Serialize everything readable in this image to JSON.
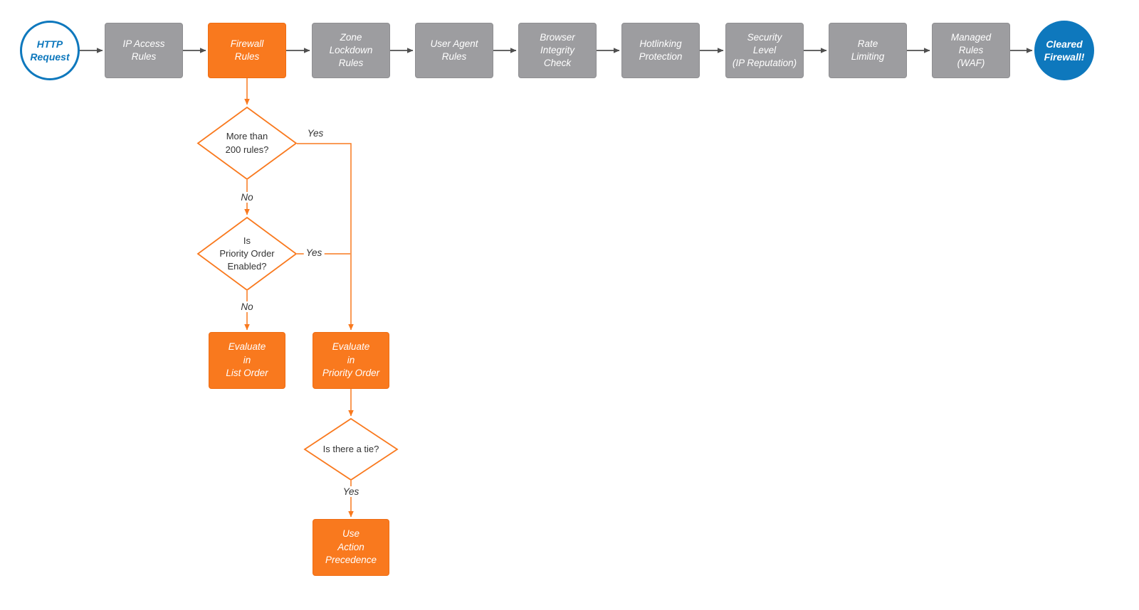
{
  "colors": {
    "orange": "#f9791e",
    "orangeBorder": "#ef6c12",
    "gray": "#9d9da0",
    "grayBorder": "#8e8e91",
    "blue": "#0e78bd",
    "arrow": "#4f4f4f",
    "ink": "#333333"
  },
  "start": {
    "label": "HTTP\nRequest"
  },
  "end": {
    "label": "Cleared\nFirewall!"
  },
  "pipeline": {
    "ip_access": "IP Access\nRules",
    "firewall": "Firewall\nRules",
    "zone_lockdown": "Zone\nLockdown\nRules",
    "user_agent": "User Agent\nRules",
    "browser_integrity": "Browser\nIntegrity\nCheck",
    "hotlinking": "Hotlinking\nProtection",
    "security_level": "Security\nLevel\n(IP Reputation)",
    "rate_limiting": "Rate\nLimiting",
    "managed_rules": "Managed\nRules\n(WAF)"
  },
  "decisions": {
    "more_than_200": "More than\n200 rules?",
    "priority_enabled": "Is\nPriority Order\nEnabled?",
    "tie": "Is there a tie?"
  },
  "actions": {
    "list_order": "Evaluate\nin\nList Order",
    "priority_order": "Evaluate\nin\nPriority Order",
    "action_precedence": "Use\nAction\nPrecedence"
  },
  "edge_labels": {
    "more_than_200_yes": "Yes",
    "more_than_200_no": "No",
    "priority_enabled_yes": "Yes",
    "priority_enabled_no": "No",
    "tie_yes": "Yes"
  }
}
